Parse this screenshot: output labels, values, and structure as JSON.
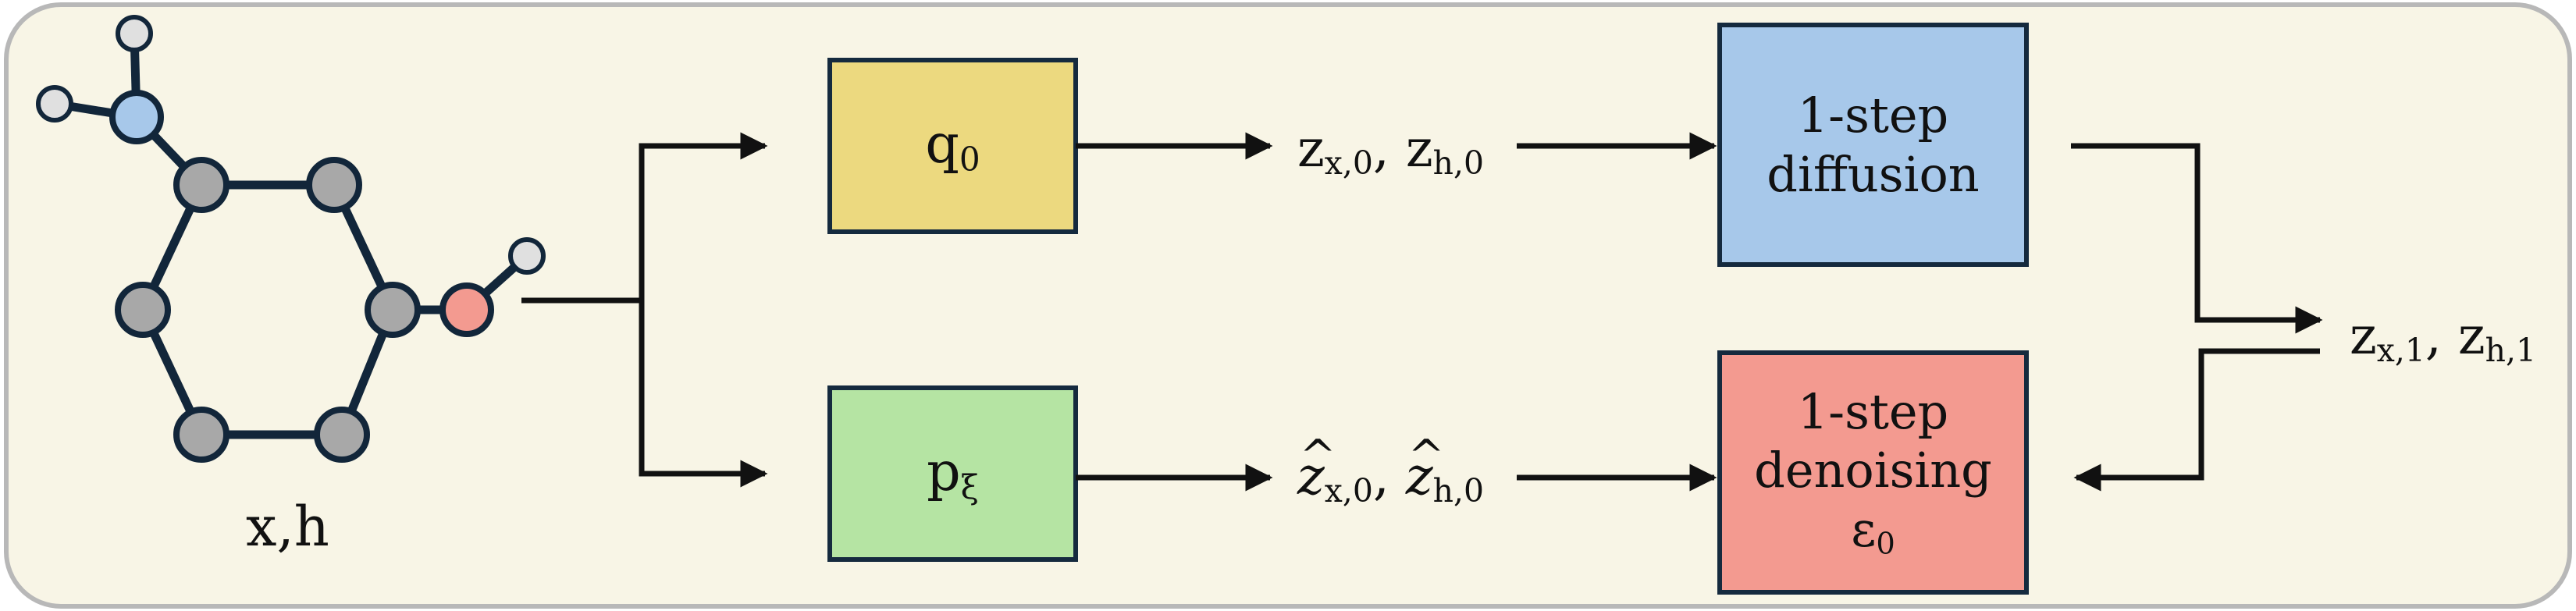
{
  "molecule": {
    "label": "x,h"
  },
  "boxes": {
    "q0": {
      "sym": "q",
      "sub": "0",
      "color": "#ecd97f"
    },
    "pxi": {
      "sym": "p",
      "sub": "ξ",
      "color": "#b5e4a3"
    },
    "diffusion": {
      "line1": "1-step",
      "line2": "diffusion",
      "color": "#a7c8ea"
    },
    "denoising": {
      "line1": "1-step",
      "line2": "denoising",
      "sym": "ε",
      "sub": "0",
      "color": "#f39a90"
    }
  },
  "latents": {
    "z0": {
      "a": "z",
      "a_sub": "x,0",
      "sep": ", ",
      "b": "z",
      "b_sub": "h,0"
    },
    "zhat0": {
      "a": "z",
      "a_sub": "x,0",
      "sep": ", ",
      "b": "z",
      "b_sub": "h,0"
    },
    "z1": {
      "a": "z",
      "a_sub": "x,1",
      "sep": ", ",
      "b": "z",
      "b_sub": "h,1"
    }
  },
  "colors": {
    "panel_fill": "#f8f5e6",
    "panel_stroke": "#b8b8b8",
    "bond": "#12263a",
    "atom_carbon": "#a8a8a8",
    "atom_nitrogen": "#a7c8ea",
    "atom_oxygen": "#f39a90",
    "atom_hydrogen": "#e0e0e0",
    "arrow": "#111111",
    "box_stroke": "#152a3e"
  }
}
